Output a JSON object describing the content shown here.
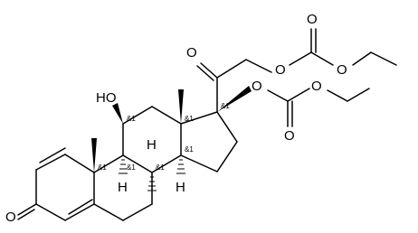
{
  "colors": {
    "background": "#ffffff",
    "ink": "#000000"
  },
  "atoms": {
    "hydroxyl": "HO",
    "ketone_ring_o": "O",
    "ketone_c20_o": "O",
    "ester_o_side": "O",
    "carbonate_side_co": "O",
    "carbonate_side_o2": "O",
    "ester_o_c17": "O",
    "carbonate_c17_co": "O",
    "carbonate_c17_o2": "O",
    "h_c8": "H",
    "h_c9": "H",
    "h_c14": "H"
  },
  "stereo": {
    "c8": "&1",
    "c9": "&1",
    "c10": "&1",
    "c11": "&1",
    "c13": "&1",
    "c14": "&1",
    "c17": "&1"
  }
}
